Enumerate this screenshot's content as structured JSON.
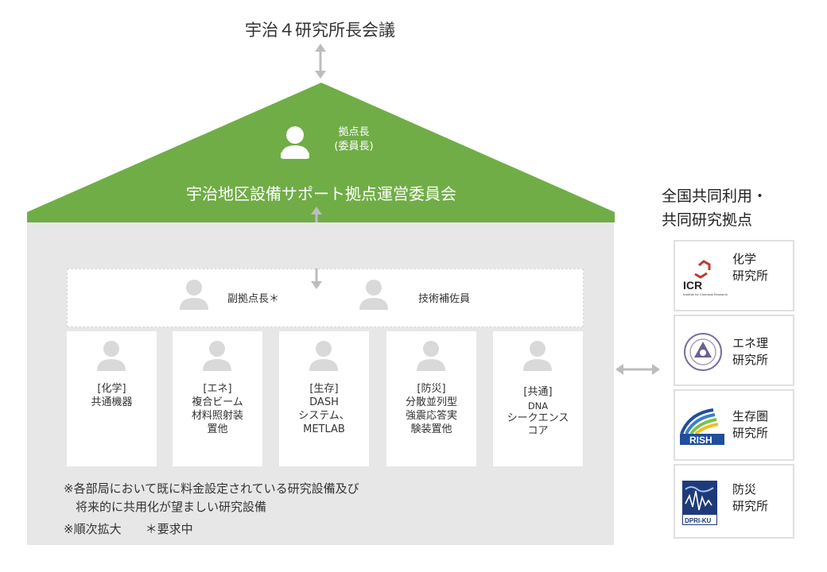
{
  "top": {
    "title": "宇治４研究所長会議"
  },
  "roof": {
    "chair_role_line1": "拠点長",
    "chair_role_line2": "(委員長)",
    "committee": "宇治地区設備サポート拠点運営委員会",
    "color": "#70ad47"
  },
  "staff": {
    "deputy": "副拠点長＊",
    "assistant": "技術補佐員"
  },
  "units": [
    {
      "lines": [
        "[化学]",
        "共通機器"
      ]
    },
    {
      "lines": [
        "[エネ]",
        "複合ビーム",
        "材料照射装",
        "置他"
      ]
    },
    {
      "lines": [
        "[生存]",
        "DASH",
        "システム、",
        "METLAB"
      ]
    },
    {
      "lines": [
        "[防災]",
        "分散並列型",
        "強震応答実",
        "験装置他"
      ]
    },
    {
      "lines": [
        "[共通]",
        "DNA",
        "シークエンス",
        "コア"
      ]
    }
  ],
  "notes": {
    "line1": "※各部局において既に料金設定されている研究設備及び",
    "line2": "　将来的に共用化が望ましい研究設備",
    "line3": "※順次拡大　　＊要求中"
  },
  "network": {
    "title_line1": "全国共同利用・",
    "title_line2": "共同研究拠点",
    "institutes": [
      {
        "line1": "化学",
        "line2": "研究所",
        "logo_text": "ICR",
        "logo_icon": "icr-logo",
        "logo_subtext": "Institute for Chemical Research"
      },
      {
        "line1": "エネ理",
        "line2": "研究所",
        "logo_icon": "iae-emblem"
      },
      {
        "line1": "生存圏",
        "line2": "研究所",
        "logo_text": "RISH",
        "logo_icon": "rish-logo"
      },
      {
        "line1": "防災",
        "line2": "研究所",
        "logo_text": "DPRI-KU",
        "logo_icon": "dpri-logo"
      }
    ]
  }
}
